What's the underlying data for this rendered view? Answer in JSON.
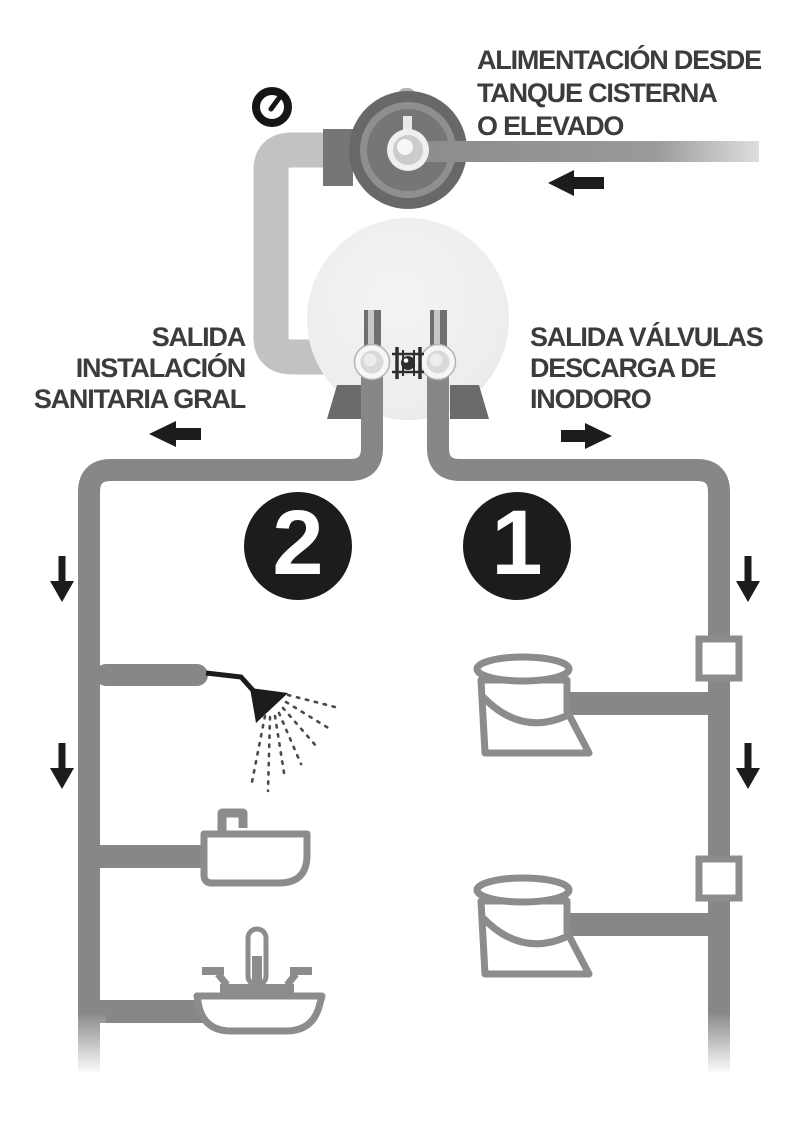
{
  "colors": {
    "background": "#ffffff",
    "distribution_pipe": "#878787",
    "suction_pipe": "#c2c2c2",
    "fixture_outline": "#8c8c8c",
    "pump_body": "#6a6a6a",
    "tank_fill": "#ececec",
    "stand": "#6b6b6b",
    "arrow_black": "#1c1c1c",
    "text": "#3c3c3c"
  },
  "labels": {
    "feed_from_tank": {
      "lines": [
        "ALIMENTACIÓN DESDE",
        "TANQUE CISTERNA",
        "O ELEVADO"
      ]
    },
    "sanitary_outlet": {
      "lines": [
        "SALIDA",
        "INSTALACIÓN",
        "SANITARIA GRAL"
      ]
    },
    "toilet_valves_outlet": {
      "lines": [
        "SALIDA VÁLVULAS",
        "DESCARGA DE",
        "INODORO"
      ]
    }
  },
  "badges": {
    "sanitary_circuit_number": "2",
    "toilet_circuit_number": "1"
  },
  "icons": {
    "pressure_gauge": "gauge-icon",
    "feed_flow": "left-arrow",
    "sanitary_flow": "left-arrow",
    "toilet_flow": "right-arrow",
    "downflow_markers": "down-arrow",
    "fixtures": [
      "shower-head",
      "sink",
      "washbasin",
      "toilet",
      "toilet"
    ]
  }
}
